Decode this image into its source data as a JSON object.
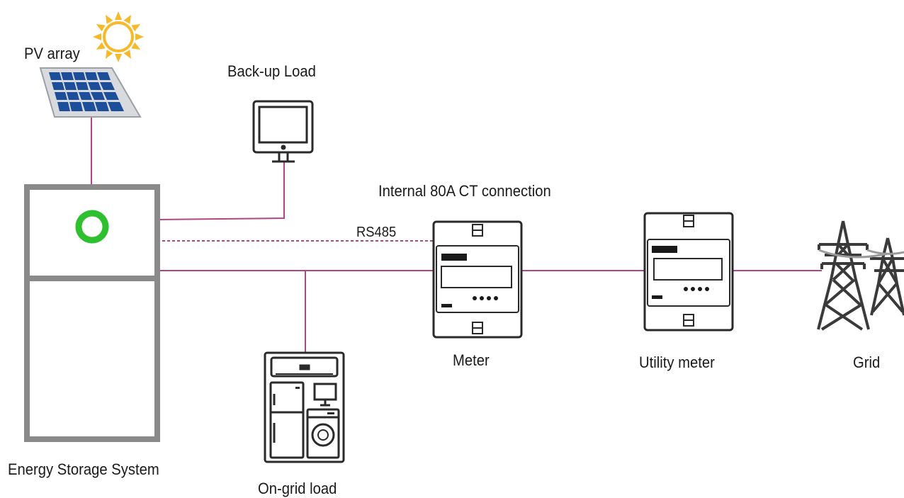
{
  "labels": {
    "pv_array": "PV array",
    "backup_load": "Back-up Load",
    "ct_connection": "Internal 80A CT connection",
    "rs485": "RS485",
    "meter": "Meter",
    "utility_meter": "Utility meter",
    "grid": "Grid",
    "ess": "Energy Storage System",
    "on_grid_load": "On-grid load"
  },
  "colors": {
    "wire": "#b0487f",
    "cabinet": "#8a8a8a",
    "indicator": "#2ec02e",
    "panel": "#1d4e9a",
    "sun": "#f6b92a",
    "device_outline": "#2a2a2a"
  },
  "icons": [
    "sun-icon",
    "solar-panel-icon",
    "monitor-icon",
    "meter-icon",
    "utility-meter-icon",
    "pylon-icon",
    "appliances-icon"
  ]
}
